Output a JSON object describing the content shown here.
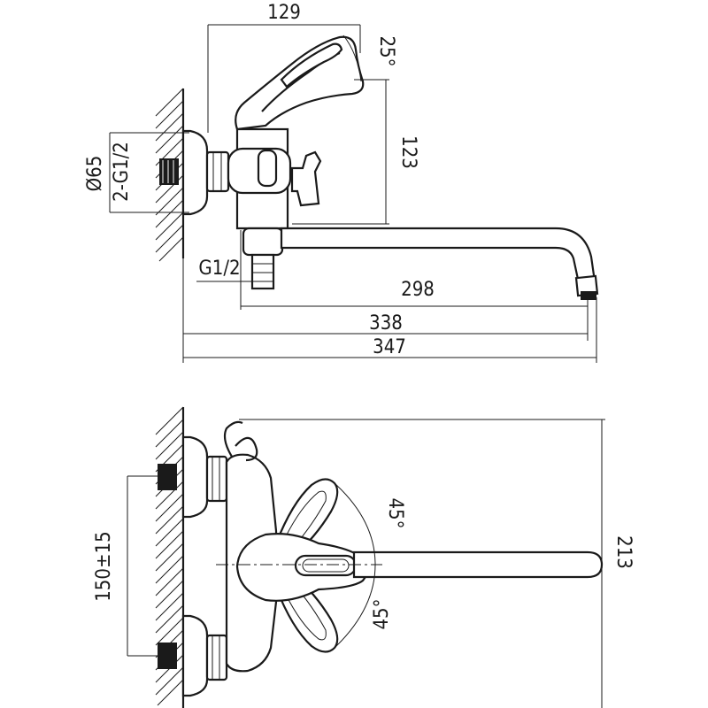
{
  "top_view": {
    "dims": {
      "handle_width": "129",
      "handle_angle": "25°",
      "height": "123",
      "diameter": "Ø65",
      "inlet_thread": "2-G1/2",
      "outlet_thread": "G1/2",
      "spout_length": "298",
      "reach_338": "338",
      "total_347": "347"
    }
  },
  "front_view": {
    "dims": {
      "center_distance": "150±15",
      "angle_upper": "45°",
      "angle_lower": "45°",
      "length_213": "213"
    }
  }
}
